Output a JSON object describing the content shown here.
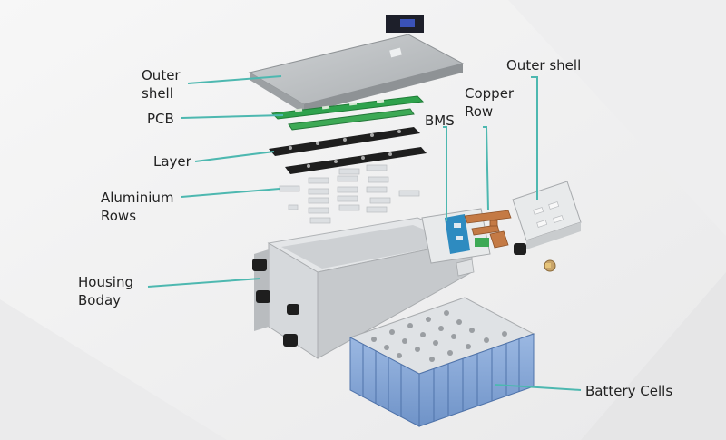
{
  "labels": {
    "outer_shell_left": [
      "Outer",
      "shell"
    ],
    "pcb": "PCB",
    "layer": "Layer",
    "aluminium_rows": [
      "Aluminium",
      "Rows"
    ],
    "housing_body": [
      "Housing",
      "Boday"
    ],
    "bms": "BMS",
    "copper_row": [
      "Copper",
      "Row"
    ],
    "outer_shell_right": "Outer shell",
    "battery_cells": "Battery Cells"
  },
  "colors": {
    "leader_line": "#4db8b0",
    "pcb_green": "#2fa24d",
    "cell_blue": "#7fa3d6",
    "copper": "#c47a45",
    "bms_blue": "#2e8bc0"
  }
}
